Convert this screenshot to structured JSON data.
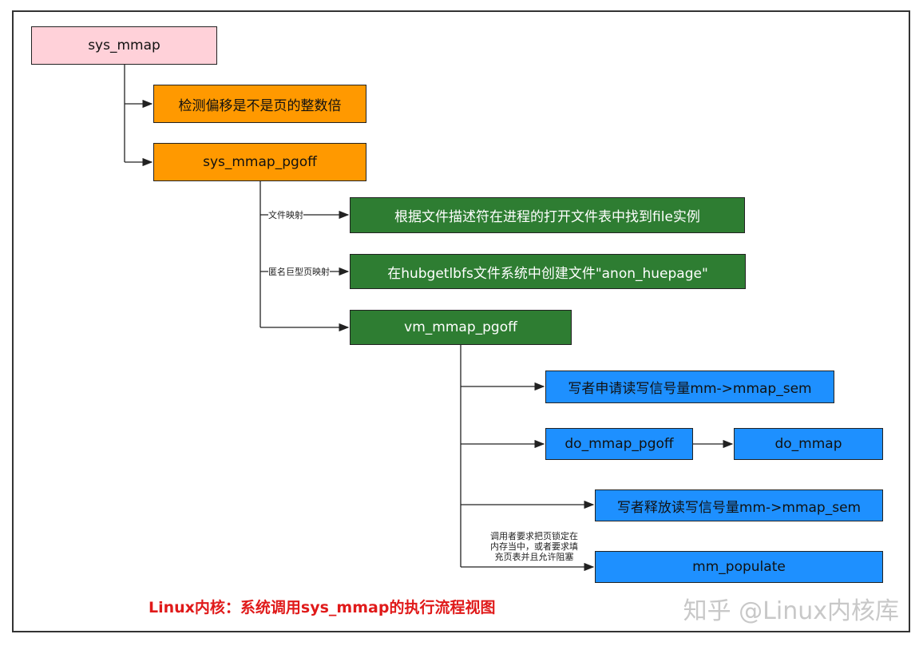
{
  "nodes": {
    "sys_mmap": "sys_mmap",
    "check_offset": "检测偏移是不是页的整数倍",
    "sys_mmap_pgoff": "sys_mmap_pgoff",
    "find_file": "根据文件描述符在进程的打开文件表中找到file实例",
    "create_file": "在hubgetlbfs文件系统中创建文件\"anon_huepage\"",
    "vm_mmap_pgoff": "vm_mmap_pgoff",
    "down_write": "写者申请读写信号量mm->mmap_sem",
    "do_mmap_pgoff": "do_mmap_pgoff",
    "do_mmap": "do_mmap",
    "up_write": "写者释放读写信号量mm->mmap_sem",
    "mm_populate": "mm_populate"
  },
  "edge_labels": {
    "file_mapping": "文件映射",
    "anon_huge_mapping": "匿名巨型页映射"
  },
  "notes": {
    "populate_lines": [
      "调用者要求把页锁定在",
      "内存当中，或者要求填",
      "充页表并且允许阻塞"
    ]
  },
  "caption": "Linux内核：系统调用sys_mmap的执行流程视图",
  "watermark": "知乎 @Linux内核库",
  "colors": {
    "root": "#ffd1d9",
    "level1": "#ff9900",
    "level2": "#2e7d32",
    "level3": "#1e90ff",
    "caption": "#e01a1a"
  }
}
